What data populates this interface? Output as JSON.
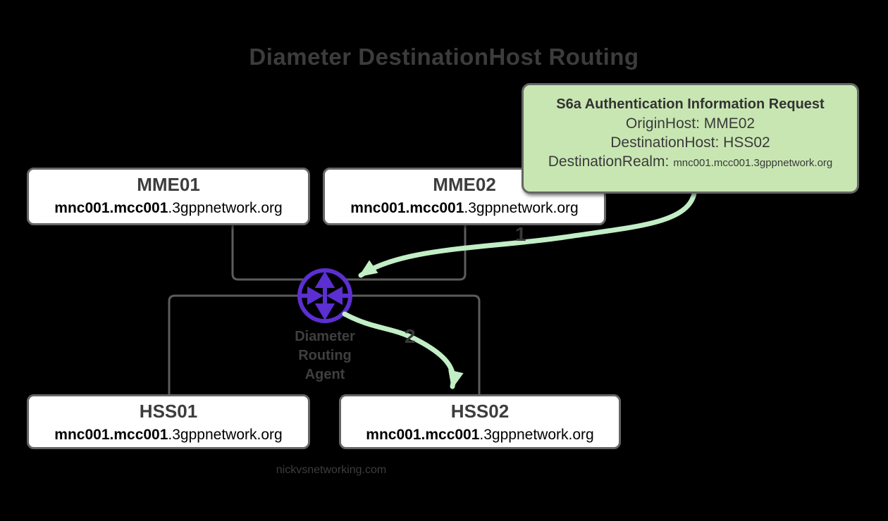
{
  "title": "Diameter DestinationHost Routing",
  "callout": {
    "title": "S6a Authentication Information Request",
    "origin_host": "OriginHost: MME02",
    "destination_host": "DestinationHost: HSS02",
    "realm_label": "DestinationRealm:",
    "realm_value": "mnc001.mcc001.3gppnetwork.org"
  },
  "nodes": {
    "mme01": {
      "name": "MME01",
      "realm_bold": "mnc001.mcc001",
      "realm_rest": ".3gppnetwork.org"
    },
    "mme02": {
      "name": "MME02",
      "realm_bold": "mnc001.mcc001",
      "realm_rest": ".3gppnetwork.org"
    },
    "hss01": {
      "name": "HSS01",
      "realm_bold": "mnc001.mcc001",
      "realm_rest": ".3gppnetwork.org"
    },
    "hss02": {
      "name": "HSS02",
      "realm_bold": "mnc001.mcc001",
      "realm_rest": ".3gppnetwork.org"
    }
  },
  "dra": {
    "line1": "Diameter",
    "line2": "Routing",
    "line3": "Agent"
  },
  "arrows": {
    "step1": "1",
    "step2": "2"
  },
  "footer": "nickvsnetworking.com",
  "colors": {
    "background": "#000000",
    "node_fill": "#ffffff",
    "node_border": "#666666",
    "callout_fill": "#c8e6b2",
    "callout_border": "#666666",
    "arrow_green": "#c2eec6",
    "router_purple": "#5b2fd1",
    "connector_gray": "#5c5c5c",
    "heading_gray": "#3c3c3c"
  }
}
